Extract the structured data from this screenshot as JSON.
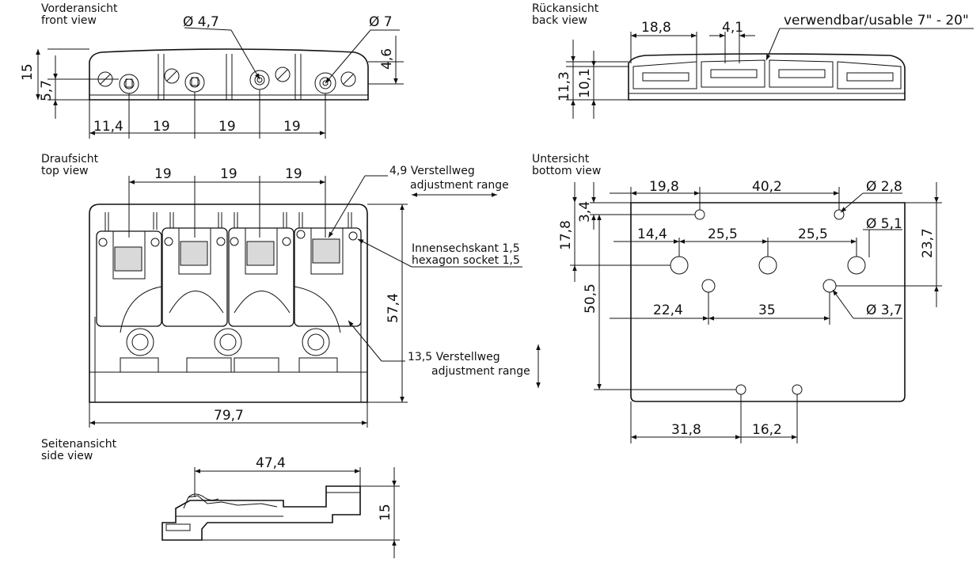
{
  "views": {
    "front": {
      "title_de": "Vorderansicht",
      "title_en": "front view"
    },
    "back": {
      "title_de": "Rückansicht",
      "title_en": "back view"
    },
    "top": {
      "title_de": "Draufsicht",
      "title_en": "top view"
    },
    "bottom": {
      "title_de": "Untersicht",
      "title_en": "bottom view"
    },
    "side": {
      "title_de": "Seitenansicht",
      "title_en": "side view"
    }
  },
  "front_dims": {
    "dia_small": "Ø 4,7",
    "dia_large": "Ø 7",
    "height": "15",
    "hole_height": "5,7",
    "right_height": "4,6",
    "offset": "11,4",
    "spacing1": "19",
    "spacing2": "19",
    "spacing3": "19"
  },
  "back_dims": {
    "width": "18,8",
    "gap": "4,1",
    "usable": "verwendbar/usable 7\" - 20\"",
    "height_outer": "11,3",
    "height_inner": "10,1"
  },
  "top_dims": {
    "spacing1": "19",
    "spacing2": "19",
    "spacing3": "19",
    "adj_small_de": "4,9 Verstellweg",
    "adj_small_en": "adjustment range",
    "socket_de": "Innensechskant  1,5",
    "socket_en": "hexagon socket 1,5",
    "depth": "57,4",
    "adj_large_de": "13,5 Verstellweg",
    "adj_large_en": "adjustment range",
    "width": "79,7"
  },
  "bottom_dims": {
    "d1": "19,8",
    "d2": "40,2",
    "hole_small": "Ø 2,8",
    "v_small": "3,4",
    "v_mid": "17,8",
    "h1": "14,4",
    "h2": "25,5",
    "h3": "25,5",
    "hole_mid": "Ø 5,1",
    "v_right": "23,7",
    "v_big": "50,5",
    "h4": "22,4",
    "h5": "35",
    "hole_large": "Ø 3,7",
    "b1": "31,8",
    "b2": "16,2"
  },
  "side_dims": {
    "length": "47,4",
    "height": "15"
  }
}
